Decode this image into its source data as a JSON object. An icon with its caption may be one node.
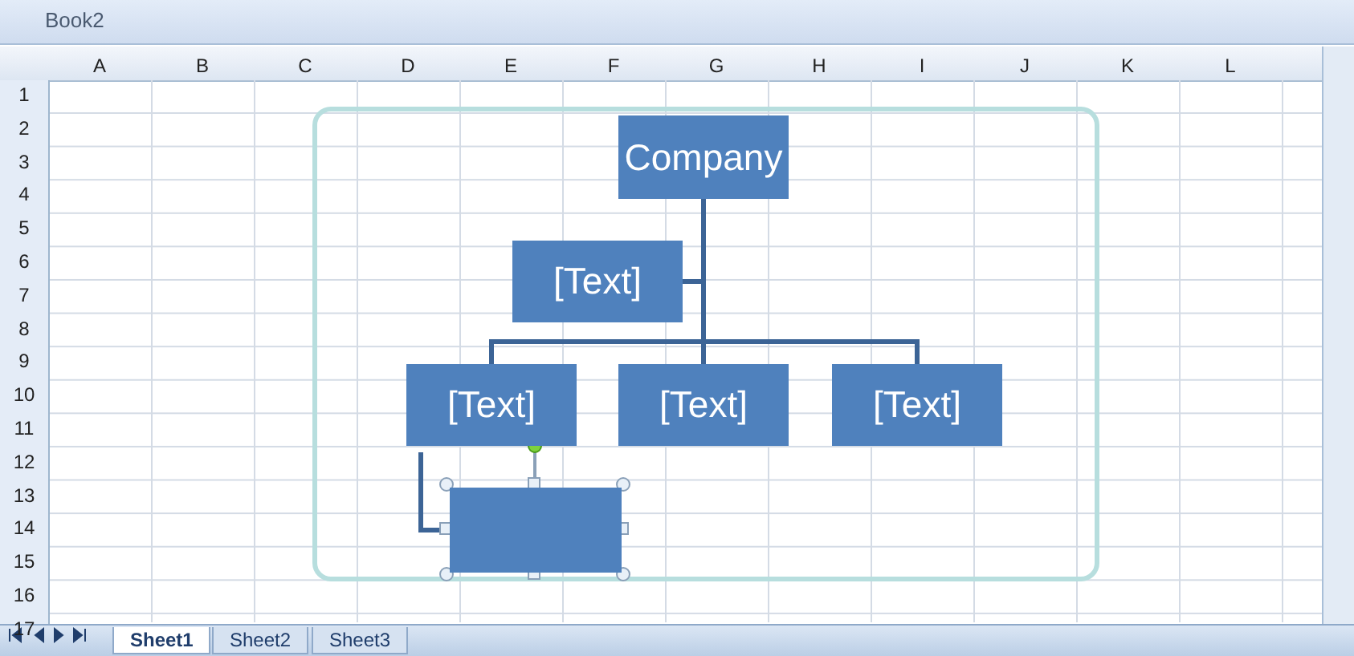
{
  "diagram": {
    "nodes": [
      {
        "text": [
          "Company"
        ]
      },
      {
        "text": [
          "[Text]"
        ]
      },
      {
        "text": [
          "[Text]"
        ]
      },
      {
        "text": [
          "[Text]"
        ]
      },
      {
        "text": [
          "[Text]"
        ]
      },
      {
        "text": [],
        "shape": "box"
      }
    ],
    "edges": [
      {
        "from": 0,
        "to": 1,
        "arrow": "none"
      },
      {
        "from": 0,
        "to": 2,
        "arrow": "none"
      },
      {
        "from": 0,
        "to": 3,
        "arrow": "none"
      },
      {
        "from": 0,
        "to": 4,
        "arrow": "none"
      },
      {
        "from": 2,
        "to": 5,
        "arrow": "none"
      }
    ],
    "labels": [
      "Book2",
      "A",
      "B",
      "C",
      "D",
      "E",
      "F",
      "G",
      "H",
      "I",
      "J",
      "K",
      "L",
      "1",
      "2",
      "3",
      "4",
      "5",
      "6",
      "7",
      "8",
      "9",
      "10",
      "11",
      "12",
      "13",
      "14",
      "15",
      "16",
      "17",
      "Sheet1",
      "Sheet2",
      "Sheet3"
    ]
  }
}
